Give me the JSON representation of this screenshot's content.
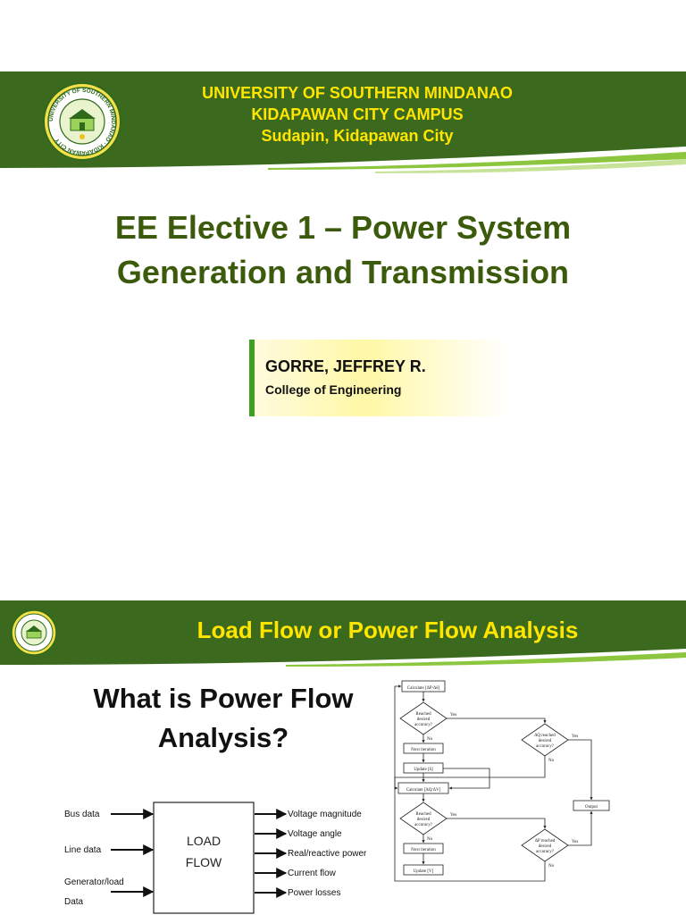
{
  "slide1": {
    "university_lines": [
      "UNIVERSITY OF SOUTHERN MINDANAO",
      "KIDAPAWAN CITY CAMPUS",
      "Sudapin, Kidapawan City"
    ],
    "seal_text": "UNIVERSITY OF SOUTHERN MINDANAO · KIDAPAWAN CITY",
    "course_title_lines": [
      "EE Elective 1 – Power System",
      "Generation and Transmission"
    ],
    "presenter_name": "GORRE, JEFFREY R.",
    "presenter_dept": "College of Engineering"
  },
  "slide2": {
    "header_title": "Load Flow or Power Flow Analysis",
    "question_lines": [
      "What is Power Flow",
      "Analysis?"
    ],
    "diagram": {
      "box_lines": [
        "LOAD",
        "FLOW"
      ],
      "inputs": [
        "Bus data",
        "Line data",
        "Generator/load",
        "Data"
      ],
      "outputs": [
        "Voltage magnitude",
        "Voltage angle",
        "Real/reactive power",
        "Current flow",
        "Power losses"
      ]
    },
    "flowchart": {
      "calc1": "Calculate [ΔP/Δδ]",
      "dec1": [
        "Reached",
        "desired",
        "accuracy?"
      ],
      "next1": "Next iteration",
      "upd1": "Update [δ]",
      "calc2": "Calculate [ΔQ/ΔV]",
      "dec2": [
        "Reached",
        "desired",
        "accuracy?"
      ],
      "next2": "Next iteration",
      "upd2": "Update [V]",
      "dec3": [
        "ΔQ reached",
        "desired",
        "accuracy?"
      ],
      "dec4": [
        "ΔP reached",
        "desired",
        "accuracy?"
      ],
      "output": "Output",
      "yes": "Yes",
      "no": "No"
    }
  },
  "colors": {
    "banner_green": "#3b6a1e",
    "accent_yellow": "#ffe500",
    "title_green": "#3c5a0c",
    "light_green": "#8cc63f"
  }
}
